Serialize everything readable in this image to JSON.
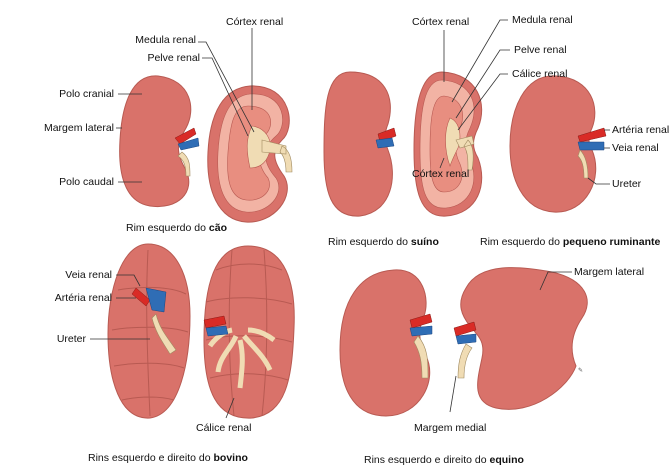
{
  "colors": {
    "kidney": "#d9726a",
    "kidney_dark": "#b85a52",
    "cortex": "#f2b3a4",
    "medulla": "#e88e80",
    "pelvis": "#f0dcb4",
    "artery": "#d92b26",
    "vein": "#2f6db5",
    "ureter": "#f0dcb4",
    "line": "#333333"
  },
  "dog": {
    "polo_cranial": "Polo cranial",
    "margem_lateral": "Margem lateral",
    "polo_caudal": "Polo caudal",
    "medula_renal": "Medula renal",
    "pelve_renal": "Pelve renal",
    "cortex_renal": "Córtex renal",
    "caption_prefix": "Rim esquerdo do ",
    "caption_bold": "cão"
  },
  "pig": {
    "cortex_renal_top": "Córtex renal",
    "medula_renal": "Medula renal",
    "pelve_renal": "Pelve renal",
    "calice_renal": "Cálice renal",
    "cortex_renal_inner": "Córtex renal",
    "caption_prefix": "Rim esquerdo do ",
    "caption_bold": "suíno"
  },
  "small_ruminant": {
    "arteria_renal": "Artéria renal",
    "veia_renal": "Veia renal",
    "ureter": "Ureter",
    "caption_prefix": "Rim esquerdo do ",
    "caption_bold": "pequeno ruminante"
  },
  "bovine": {
    "veia_renal": "Veia renal",
    "arteria_renal": "Artéria renal",
    "ureter": "Ureter",
    "calice_renal": "Cálice renal",
    "caption_prefix": "Rins esquerdo e direito do ",
    "caption_bold": "bovino"
  },
  "equine": {
    "margem_lateral": "Margem lateral",
    "margem_medial": "Margem medial",
    "caption_prefix": "Rins esquerdo e direito do ",
    "caption_bold": "equino"
  }
}
